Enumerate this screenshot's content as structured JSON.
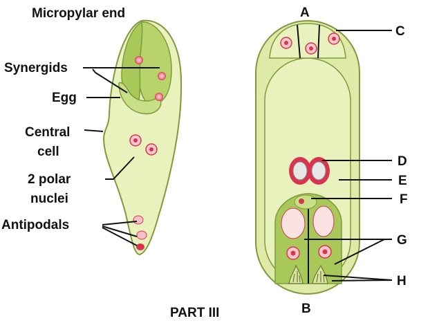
{
  "left_labels": {
    "micropylar_end": "Micropylar end",
    "synergids": "Synergids",
    "egg": "Egg",
    "central": "Central",
    "cell": "cell",
    "two_polar": "2 polar",
    "nuclei": "nuclei",
    "antipodals": "Antipodals"
  },
  "right_labels": {
    "A": "A",
    "B": "B",
    "C": "C",
    "D": "D",
    "E": "E",
    "F": "F",
    "G": "G",
    "H": "H"
  },
  "caption": "PART III",
  "colors": {
    "cell_fill": "#e9f2bc",
    "cell_stroke": "#7e9a3c",
    "egg_apparatus": "#a8c95a",
    "nucleus": "#d9344f",
    "nucleus_halo": "#f7c7c9",
    "outline": "#111111"
  }
}
